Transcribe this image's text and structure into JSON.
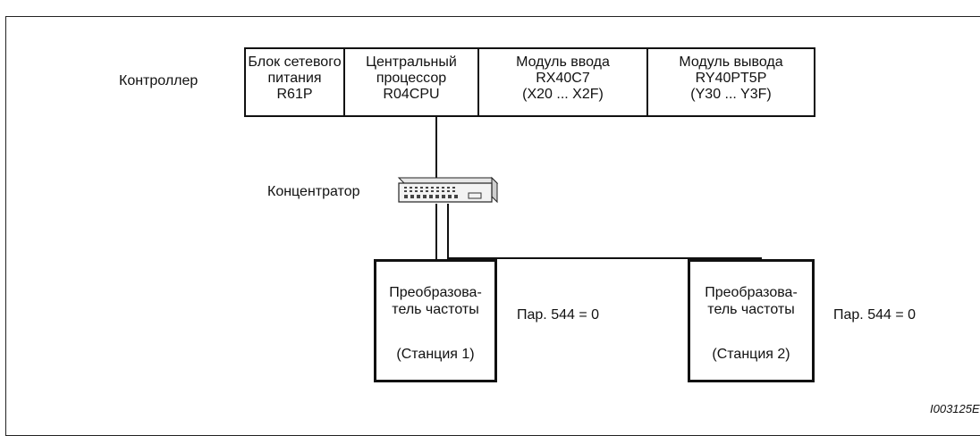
{
  "labels": {
    "controller": "Контроллер",
    "hub": "Концентратор",
    "footer_code": "I003125E"
  },
  "modules": [
    {
      "line1": "Блок сетевого",
      "line2": "питания",
      "line3": "R61P"
    },
    {
      "line1": "Центральный",
      "line2": "процессор",
      "line3": "R04CPU"
    },
    {
      "line1": "Модуль ввода",
      "line2": "RX40C7",
      "line3": "(X20 ... X2F)"
    },
    {
      "line1": "Модуль вывода",
      "line2": "RY40PT5P",
      "line3": "(Y30 ... Y3F)"
    }
  ],
  "stations": [
    {
      "line1": "Преобразова-",
      "line2": "тель частоты",
      "station": "(Станция 1)",
      "param": "Пар. 544 = 0"
    },
    {
      "line1": "Преобразова-",
      "line2": "тель частоты",
      "station": "(Станция 2)",
      "param": "Пар. 544 = 0"
    }
  ]
}
